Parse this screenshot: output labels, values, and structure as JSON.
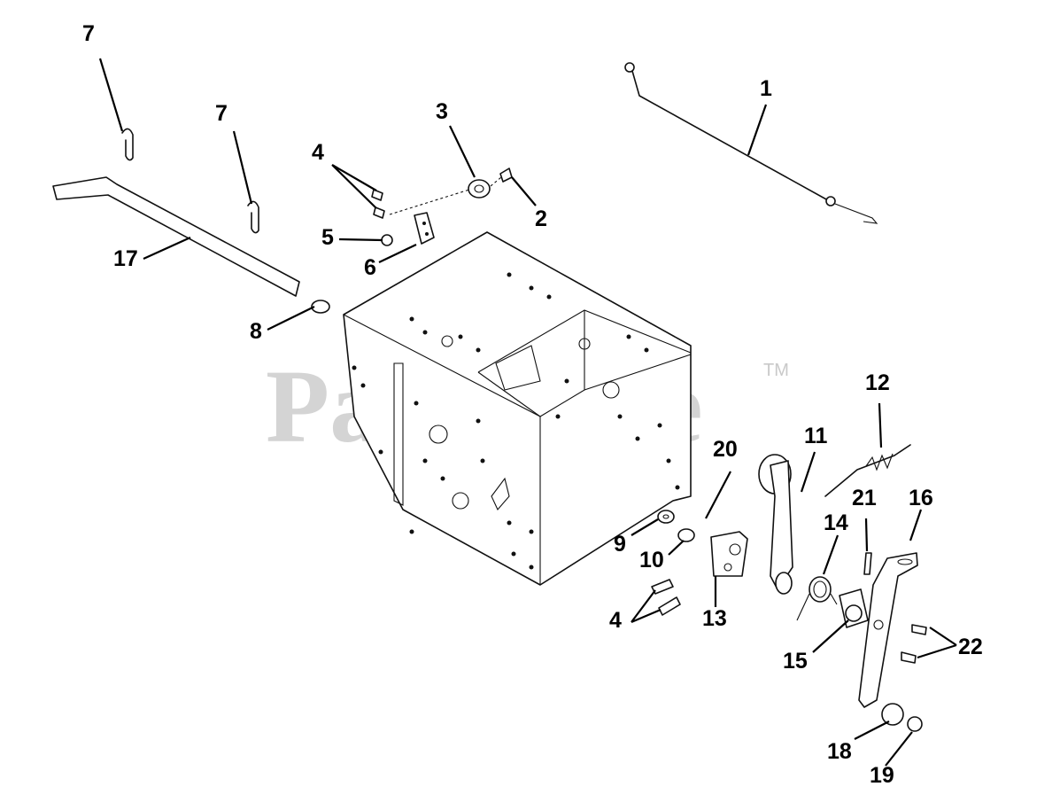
{
  "watermark": {
    "text": "PartsTree",
    "trademark": "TM"
  },
  "callouts": [
    "1",
    "2",
    "3",
    "4",
    "5",
    "6",
    "7",
    "8",
    "9",
    "10",
    "11",
    "12",
    "13",
    "14",
    "15",
    "16",
    "17",
    "18",
    "19",
    "20",
    "21",
    "22"
  ],
  "labels": {
    "c1": "1",
    "c2": "2",
    "c3": "3",
    "c4a": "4",
    "c4b": "4",
    "c5": "5",
    "c6": "6",
    "c7a": "7",
    "c7b": "7",
    "c8": "8",
    "c9": "9",
    "c10": "10",
    "c11": "11",
    "c12": "12",
    "c13": "13",
    "c14": "14",
    "c15": "15",
    "c16": "16",
    "c17": "17",
    "c18": "18",
    "c19": "19",
    "c20": "20",
    "c21": "21",
    "c22": "22"
  }
}
